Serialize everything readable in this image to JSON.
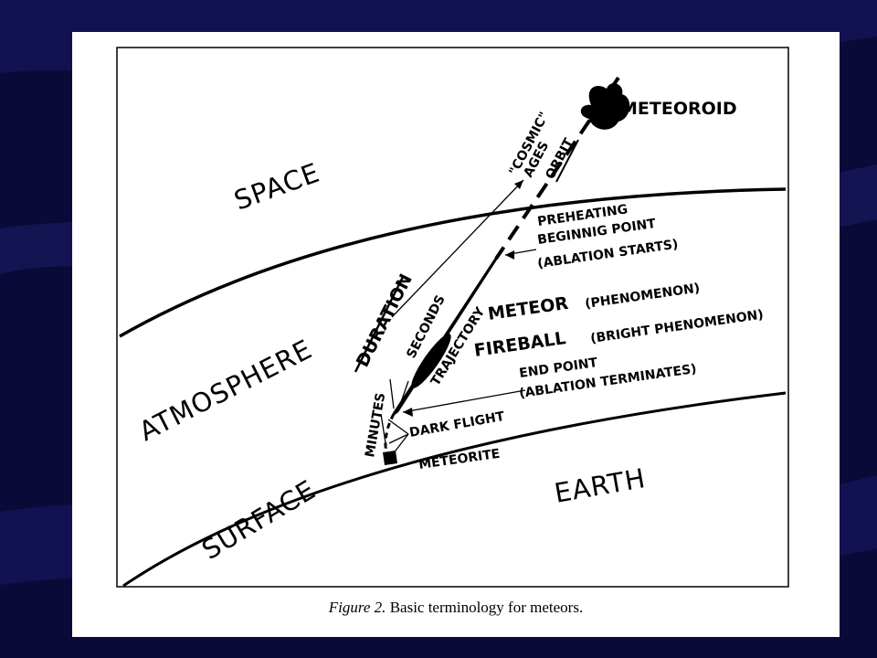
{
  "labels": {
    "space": "SPACE",
    "atmosphere": "ATMOSPHERE",
    "surface": "SURFACE",
    "earth": "EARTH",
    "meteoroid": "METEOROID",
    "orbit": "ORBIT",
    "cosmic": "\"COSMIC\"",
    "ages": "AGES",
    "duration": "DURATION",
    "seconds": "SECONDS",
    "trajectory": "TRAJECTORY",
    "minutes": "MINUTES",
    "preheating": "PREHEATING",
    "beginning_point": "BEGINNIG POINT",
    "ablation_starts": "(ABLATION STARTS)",
    "meteor": "METEOR",
    "meteor_note": "(PHENOMENON)",
    "fireball": "FIREBALL",
    "fireball_note": "(BRIGHT PHENOMENON)",
    "end_point": "END POINT",
    "ablation_terminates": "(ABLATION TERMINATES)",
    "dark_flight": "DARK FLIGHT",
    "meteorite": "METEORITE"
  },
  "caption": {
    "figure": "Figure 2.",
    "text": " Basic terminology for meteors."
  },
  "colors": {
    "slide_background": "#0b0b3a",
    "card": "#ffffff",
    "ink": "#000000"
  }
}
